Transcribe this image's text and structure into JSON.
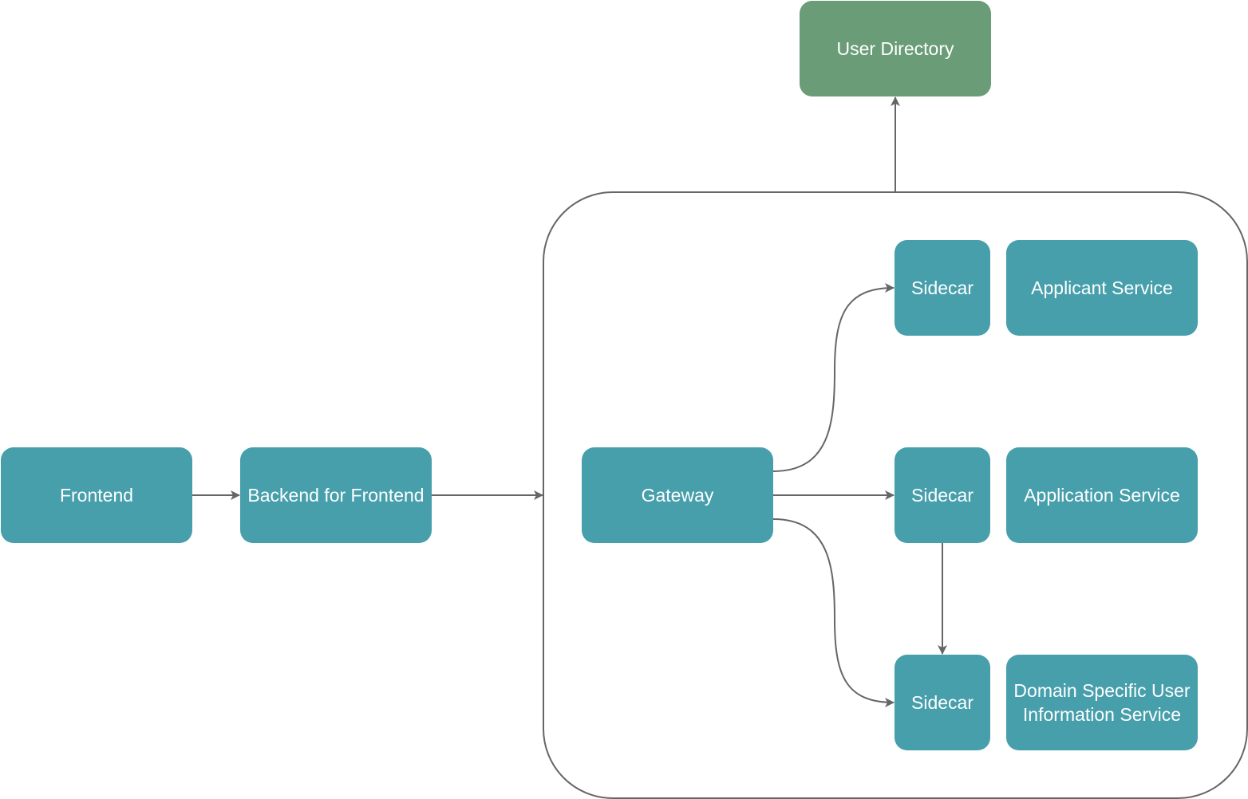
{
  "colors": {
    "service_fill": "#469fab",
    "directory_fill": "#6a9c77",
    "text": "#ffffff",
    "connector": "#666666"
  },
  "nodes": {
    "frontend": "Frontend",
    "bff": "Backend for Frontend",
    "gateway": "Gateway",
    "user_directory": "User Directory",
    "sidecar_top": "Sidecar",
    "sidecar_middle": "Sidecar",
    "sidecar_bottom": "Sidecar",
    "applicant_service": "Applicant Service",
    "application_service": "Application Service",
    "domain_user_info_service": "Domain Specific User\nInformation Service"
  },
  "edges": [
    {
      "from": "frontend",
      "to": "bff"
    },
    {
      "from": "bff",
      "to": "service-mesh-container"
    },
    {
      "from": "gateway",
      "to": "sidecar_top"
    },
    {
      "from": "gateway",
      "to": "sidecar_middle"
    },
    {
      "from": "gateway",
      "to": "sidecar_bottom"
    },
    {
      "from": "sidecar_middle",
      "to": "sidecar_bottom"
    },
    {
      "from": "service-mesh-container",
      "to": "user_directory"
    }
  ]
}
